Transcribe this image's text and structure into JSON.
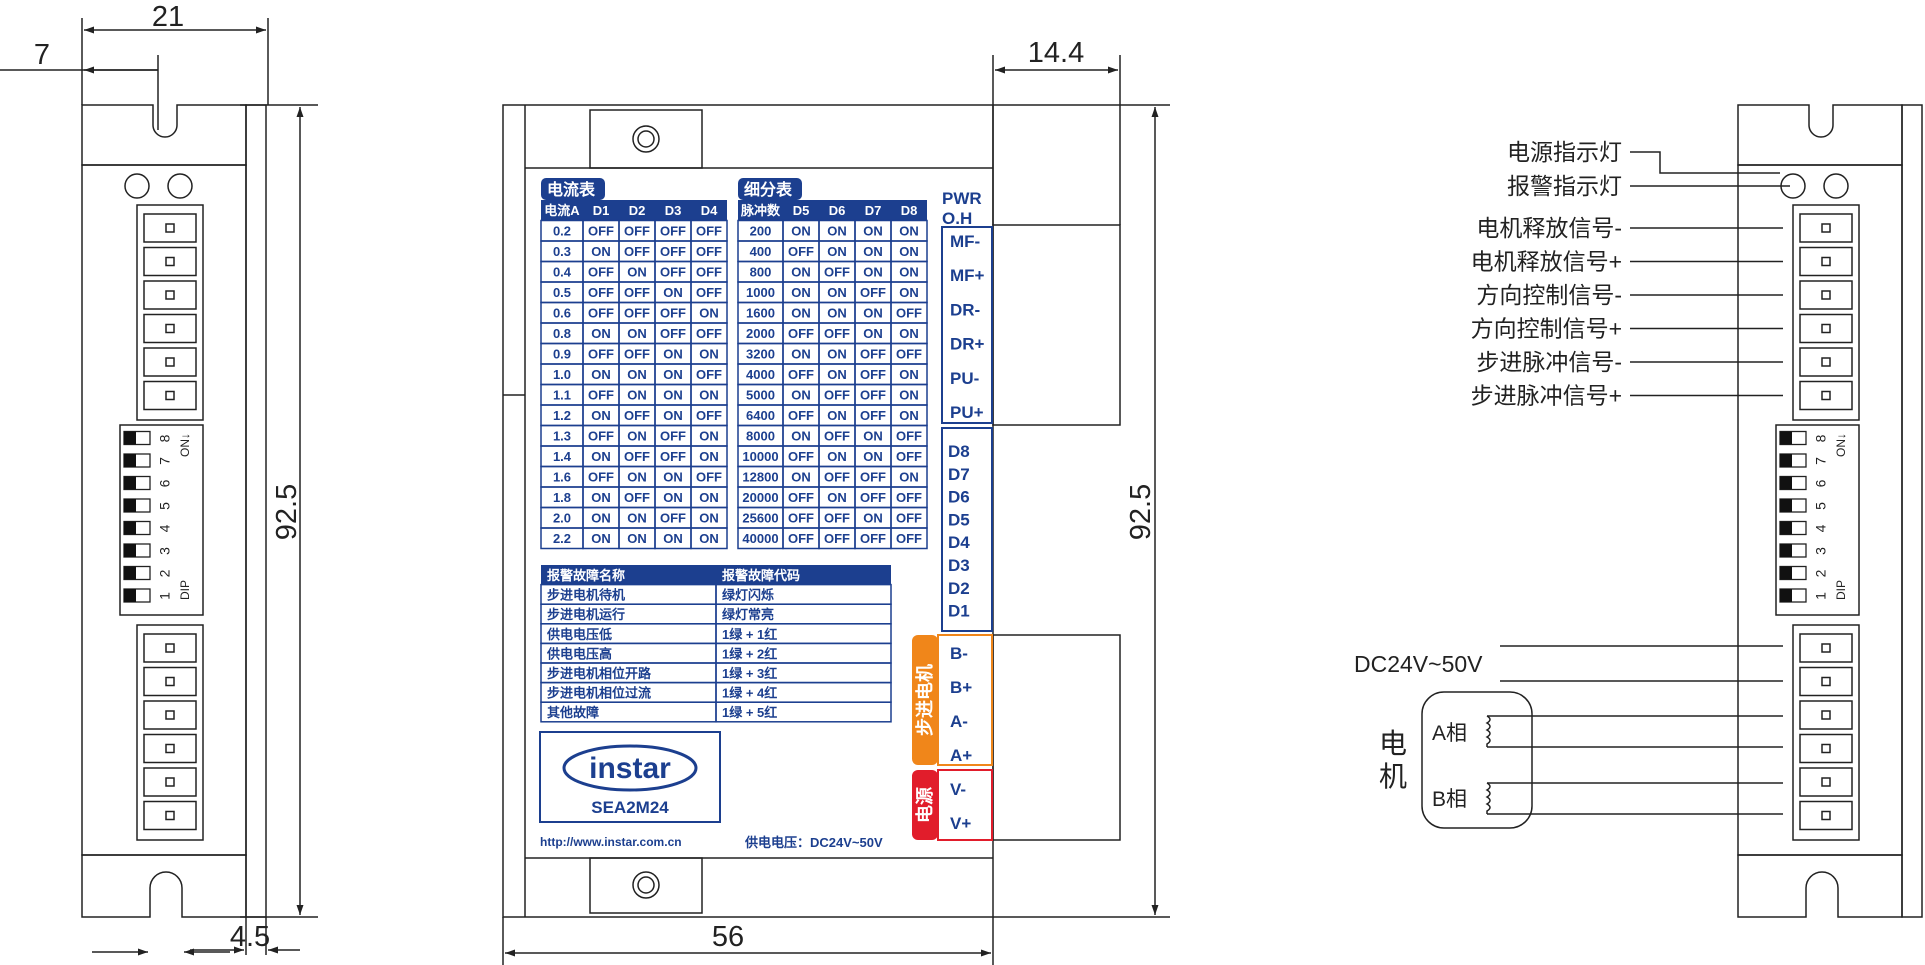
{
  "colors": {
    "navy": "#1c3f8f",
    "orange": "#f0861a",
    "red": "#e11d2b",
    "line": "#222222"
  },
  "dims": {
    "side_width": "21",
    "side_offset": "7",
    "side_height": "92.5",
    "side_bottom": "4.5",
    "front_width": "56",
    "front_height": "92.5",
    "connector_width": "14.4"
  },
  "front": {
    "current_table_title": "电流表",
    "current_headers": [
      "电流A",
      "D1",
      "D2",
      "D3",
      "D4"
    ],
    "current_rows": [
      [
        "0.2",
        "OFF",
        "OFF",
        "OFF",
        "OFF"
      ],
      [
        "0.3",
        "ON",
        "OFF",
        "OFF",
        "OFF"
      ],
      [
        "0.4",
        "OFF",
        "ON",
        "OFF",
        "OFF"
      ],
      [
        "0.5",
        "OFF",
        "OFF",
        "ON",
        "OFF"
      ],
      [
        "0.6",
        "OFF",
        "OFF",
        "OFF",
        "ON"
      ],
      [
        "0.8",
        "ON",
        "ON",
        "OFF",
        "OFF"
      ],
      [
        "0.9",
        "OFF",
        "OFF",
        "ON",
        "ON"
      ],
      [
        "1.0",
        "ON",
        "ON",
        "ON",
        "OFF"
      ],
      [
        "1.1",
        "OFF",
        "ON",
        "ON",
        "ON"
      ],
      [
        "1.2",
        "ON",
        "OFF",
        "ON",
        "OFF"
      ],
      [
        "1.3",
        "OFF",
        "ON",
        "OFF",
        "ON"
      ],
      [
        "1.4",
        "ON",
        "OFF",
        "OFF",
        "ON"
      ],
      [
        "1.6",
        "OFF",
        "ON",
        "ON",
        "OFF"
      ],
      [
        "1.8",
        "ON",
        "OFF",
        "ON",
        "ON"
      ],
      [
        "2.0",
        "ON",
        "ON",
        "OFF",
        "ON"
      ],
      [
        "2.2",
        "ON",
        "ON",
        "ON",
        "ON"
      ]
    ],
    "micro_table_title": "细分表",
    "micro_headers": [
      "脉冲数",
      "D5",
      "D6",
      "D7",
      "D8"
    ],
    "micro_rows": [
      [
        "200",
        "ON",
        "ON",
        "ON",
        "ON"
      ],
      [
        "400",
        "OFF",
        "ON",
        "ON",
        "ON"
      ],
      [
        "800",
        "ON",
        "OFF",
        "ON",
        "ON"
      ],
      [
        "1000",
        "ON",
        "ON",
        "OFF",
        "ON"
      ],
      [
        "1600",
        "ON",
        "ON",
        "ON",
        "OFF"
      ],
      [
        "2000",
        "OFF",
        "OFF",
        "ON",
        "ON"
      ],
      [
        "3200",
        "ON",
        "ON",
        "OFF",
        "OFF"
      ],
      [
        "4000",
        "OFF",
        "ON",
        "OFF",
        "ON"
      ],
      [
        "5000",
        "ON",
        "OFF",
        "OFF",
        "ON"
      ],
      [
        "6400",
        "OFF",
        "ON",
        "OFF",
        "ON"
      ],
      [
        "8000",
        "ON",
        "OFF",
        "ON",
        "OFF"
      ],
      [
        "10000",
        "OFF",
        "ON",
        "ON",
        "OFF"
      ],
      [
        "12800",
        "ON",
        "OFF",
        "OFF",
        "ON"
      ],
      [
        "20000",
        "OFF",
        "ON",
        "OFF",
        "OFF"
      ],
      [
        "25600",
        "OFF",
        "OFF",
        "ON",
        "OFF"
      ],
      [
        "40000",
        "OFF",
        "OFF",
        "OFF",
        "OFF"
      ]
    ],
    "alarm_headers": [
      "报警故障名称",
      "报警故障代码"
    ],
    "alarm_rows": [
      [
        "步进电机待机",
        "绿灯闪烁"
      ],
      [
        "步进电机运行",
        "绿灯常亮"
      ],
      [
        "供电电压低",
        "1绿 + 1红"
      ],
      [
        "供电电压高",
        "1绿 + 2红"
      ],
      [
        "步进电机相位开路",
        "1绿 + 3红"
      ],
      [
        "步进电机相位过流",
        "1绿 + 4红"
      ],
      [
        "其他故障",
        "1绿 + 5红"
      ]
    ],
    "logo_text": "instar",
    "model": "SEA2M24",
    "url": "http://www.instar.com.cn",
    "supply_label": "供电电压：DC24V~50V",
    "pwr_label": "PWR",
    "oh_label": "O.H",
    "signal_pins": [
      "MF-",
      "MF+",
      "DR-",
      "DR+",
      "PU-",
      "PU+"
    ],
    "dip_pins": [
      "D8",
      "D7",
      "D6",
      "D5",
      "D4",
      "D3",
      "D2",
      "D1"
    ],
    "motor_tag": "步进电机",
    "motor_pins": [
      "B-",
      "B+",
      "A-",
      "A+"
    ],
    "power_tag": "电源",
    "power_pins": [
      "V-",
      "V+"
    ]
  },
  "dip_switch": {
    "numbers": [
      "1",
      "2",
      "3",
      "4",
      "5",
      "6",
      "7",
      "8"
    ],
    "on_label": "ON",
    "dip_label": "DIP"
  },
  "wiring": {
    "power_led": "电源指示灯",
    "alarm_led": "报警指示灯",
    "signals": [
      "电机释放信号-",
      "电机释放信号+",
      "方向控制信号-",
      "方向控制信号+",
      "步进脉冲信号-",
      "步进脉冲信号+"
    ],
    "dc_label": "DC24V~50V",
    "motor_label": "电机",
    "phase_a": "A相",
    "phase_b": "B相"
  }
}
